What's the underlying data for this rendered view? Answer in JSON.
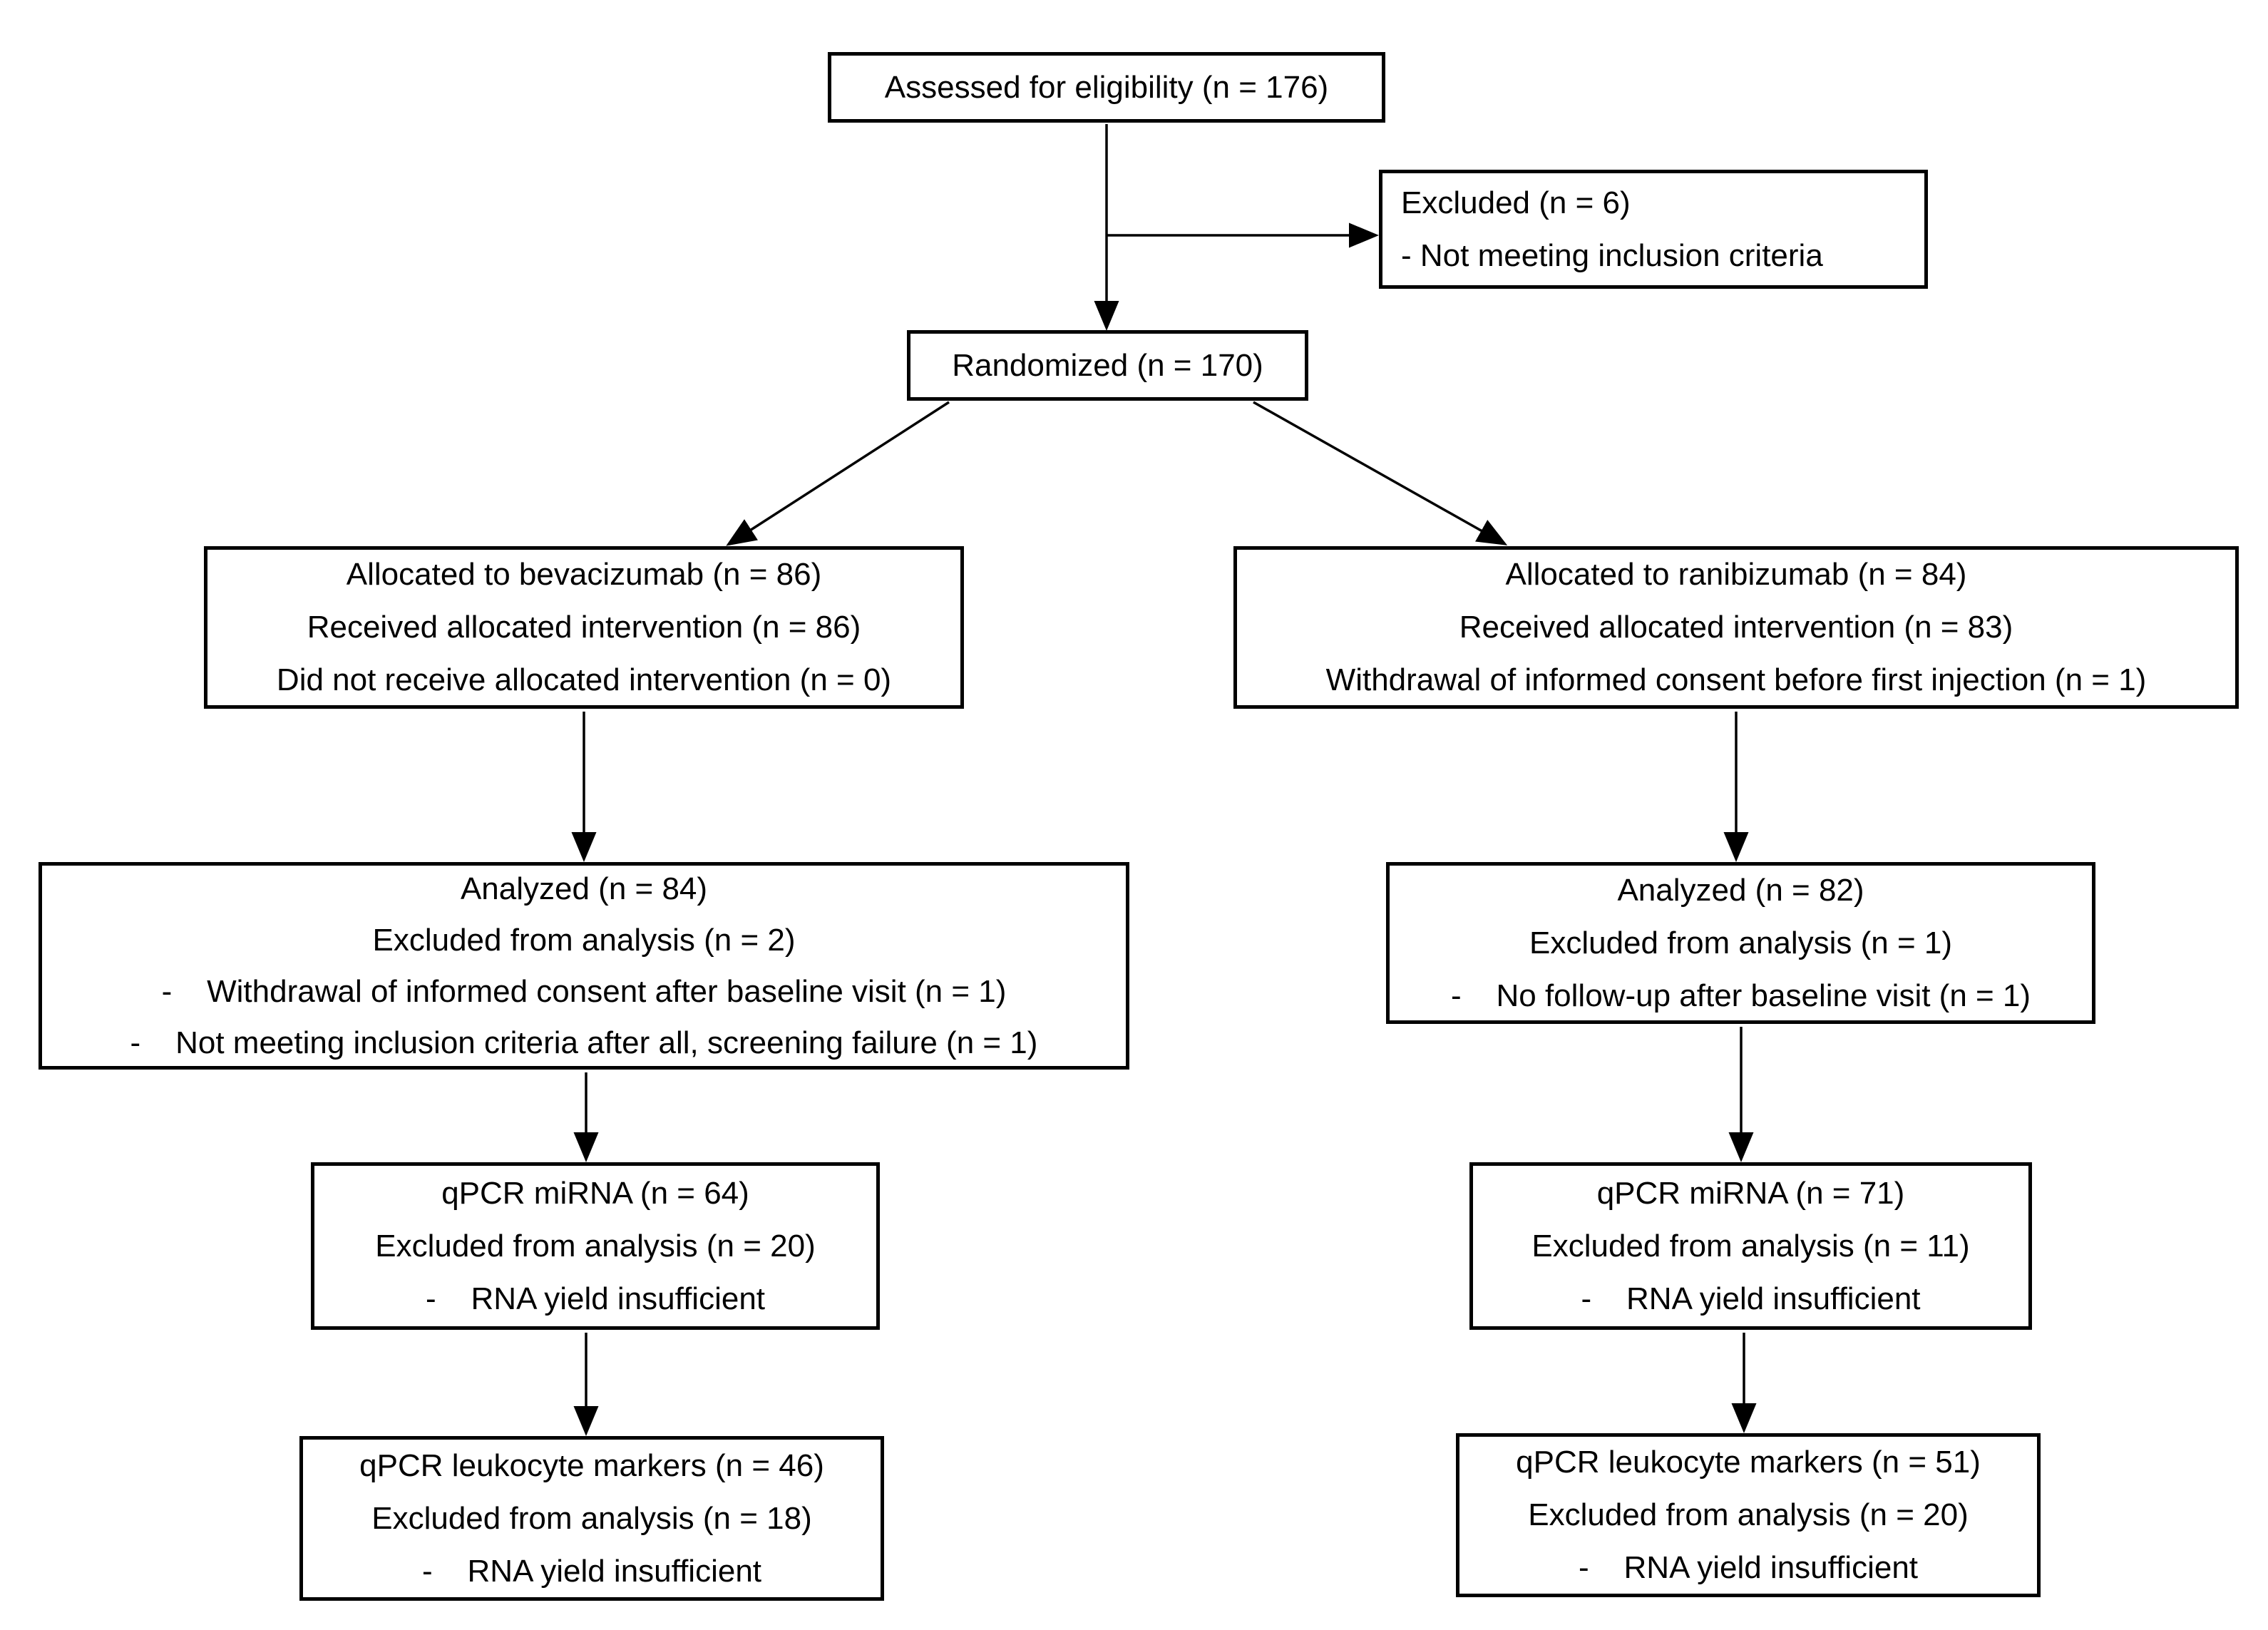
{
  "figure": {
    "type": "consort-flow-diagram",
    "colors": {
      "background": "#ffffff",
      "box_border": "#000000",
      "text": "#000000",
      "connector": "#000000"
    }
  },
  "boxes": {
    "assessed": {
      "lines": [
        "Assessed for eligibility (n = 176)"
      ]
    },
    "excluded": {
      "lines": [
        "Excluded (n = 6)",
        "- Not meeting inclusion criteria"
      ]
    },
    "randomized": {
      "lines": [
        "Randomized (n = 170)"
      ]
    },
    "allocated_bevacizumab": {
      "lines": [
        "Allocated to bevacizumab (n = 86)",
        "Received allocated intervention (n = 86)",
        "Did not receive allocated intervention (n = 0)"
      ]
    },
    "allocated_ranibizumab": {
      "lines": [
        "Allocated to ranibizumab (n = 84)",
        "Received allocated intervention (n = 83)",
        "Withdrawal of informed consent before first injection (n = 1)"
      ]
    },
    "analyzed_bevacizumab": {
      "lines": [
        "Analyzed (n = 84)",
        "Excluded from analysis (n = 2)",
        "-    Withdrawal of informed consent after baseline visit (n = 1)",
        "-    Not meeting inclusion criteria after all, screening failure (n = 1)"
      ]
    },
    "analyzed_ranibizumab": {
      "lines": [
        "Analyzed (n = 82)",
        "Excluded from analysis (n = 1)",
        "-    No follow-up after baseline visit (n = 1)"
      ]
    },
    "qpcr_mirna_bevacizumab": {
      "lines": [
        "qPCR miRNA (n = 64)",
        "Excluded from analysis (n = 20)",
        "-    RNA yield insufficient"
      ]
    },
    "qpcr_mirna_ranibizumab": {
      "lines": [
        "qPCR miRNA (n = 71)",
        "Excluded from analysis (n = 11)",
        "-    RNA yield insufficient"
      ]
    },
    "qpcr_leukocyte_bevacizumab": {
      "lines": [
        "qPCR leukocyte markers (n = 46)",
        "Excluded from analysis (n = 18)",
        "-    RNA yield insufficient"
      ]
    },
    "qpcr_leukocyte_ranibizumab": {
      "lines": [
        "qPCR leukocyte markers (n = 51)",
        "Excluded from analysis (n = 20)",
        "-    RNA yield insufficient"
      ]
    }
  }
}
